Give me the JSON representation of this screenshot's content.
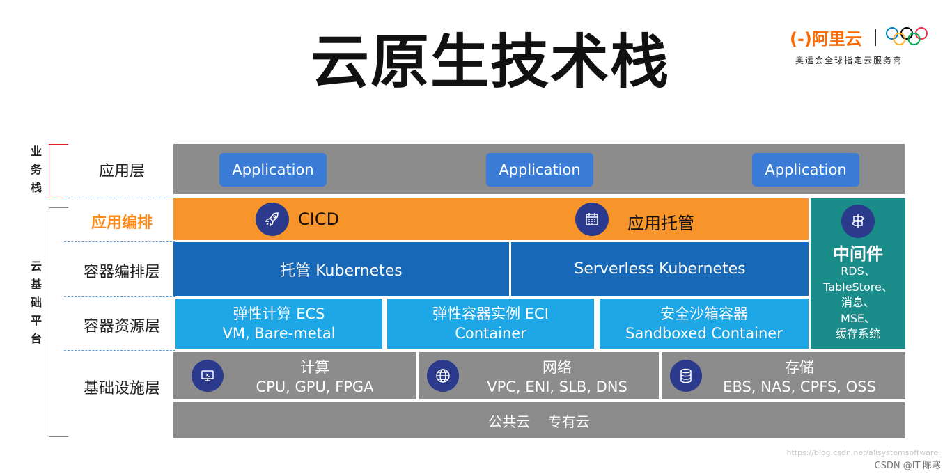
{
  "title": "云原生技术栈",
  "brand": {
    "logo_text": "(-)阿里云",
    "tagline": "奥运会全球指定云服务商",
    "accent_color": "#ff6a00"
  },
  "side_groups": [
    {
      "label_chars": [
        "业",
        "务",
        "栈"
      ],
      "bracket_color": "#e02020"
    },
    {
      "label_chars": [
        "云",
        "基",
        "础",
        "平",
        "台"
      ],
      "bracket_color": "#888888"
    }
  ],
  "layers": {
    "app": {
      "label": "应用层",
      "apps": [
        "Application",
        "Application",
        "Application"
      ]
    },
    "orchestration": {
      "label": "应用编排",
      "items": [
        {
          "icon": "rocket-icon",
          "text": "CICD"
        },
        {
          "icon": "calendar-icon",
          "text": "应用托管"
        }
      ]
    },
    "container_orch": {
      "label": "容器编排层",
      "items": [
        "托管 Kubernetes",
        "Serverless Kubernetes"
      ]
    },
    "container_res": {
      "label": "容器资源层",
      "items": [
        {
          "line1": "弹性计算 ECS",
          "line2": "VM, Bare-metal"
        },
        {
          "line1": "弹性容器实例 ECI",
          "line2": "Container"
        },
        {
          "line1": "安全沙箱容器",
          "line2": "Sandboxed Container"
        }
      ]
    },
    "infra": {
      "label": "基础设施层",
      "items": [
        {
          "icon": "compute-icon",
          "title": "计算",
          "detail": "CPU, GPU, FPGA"
        },
        {
          "icon": "globe-icon",
          "title": "网络",
          "detail": "VPC, ENI, SLB, DNS"
        },
        {
          "icon": "database-icon",
          "title": "存储",
          "detail": "EBS, NAS, CPFS, OSS"
        }
      ],
      "cloud": "公共云    专有云"
    }
  },
  "middleware": {
    "icon": "signpost-icon",
    "title": "中间件",
    "items": [
      "RDS、",
      "TableStore、",
      "消息、",
      "MSE、",
      "缓存系统"
    ]
  },
  "footer": {
    "watermark": "https://blog.csdn.net/alisystemsoftware",
    "credit": "CSDN @IT-陈寒"
  }
}
